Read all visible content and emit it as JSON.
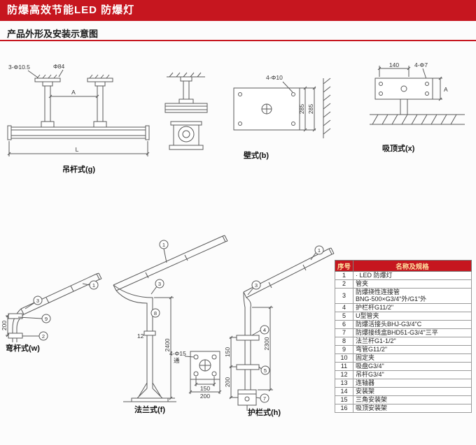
{
  "page": {
    "title": "防爆高效节能LED 防爆灯",
    "subtitle": "产品外形及安装示意图"
  },
  "colors": {
    "accent": "#c6161f",
    "header_text": "#ffffff",
    "table_header_text": "#ffe3a1"
  },
  "diagrams": {
    "hanging": {
      "caption": "吊杆式(g)",
      "labels": {
        "holes": "3-Φ10.5",
        "plate_dia": "Φ84",
        "span": "A",
        "length": "L"
      }
    },
    "wall": {
      "caption": "壁式(b)",
      "labels": {
        "holes": "4-Φ10",
        "dim1": "285",
        "dim2": "285"
      }
    },
    "ceiling": {
      "caption": "吸顶式(x)",
      "labels": {
        "width": "140",
        "holes": "4-Φ7",
        "span": "A"
      }
    },
    "bent": {
      "caption": "弯杆式(w)",
      "labels": {
        "spacing": "200"
      },
      "callouts": [
        "1",
        "3",
        "9",
        "2"
      ]
    },
    "flange": {
      "caption": "法兰式(f)",
      "labels": {
        "height": "2400",
        "pole": "12",
        "holes": "4-Φ15",
        "thru": "通",
        "h1": "150",
        "h2": "200"
      },
      "callouts": [
        "1",
        "3",
        "8"
      ]
    },
    "guardrail": {
      "caption": "护栏式(h)",
      "labels": {
        "height": "2300",
        "d1": "150",
        "d2": "200"
      },
      "callouts": [
        "1",
        "3",
        "4",
        "5",
        "7"
      ]
    }
  },
  "parts_table": {
    "header": {
      "no": "序号",
      "name": "名称及规格"
    },
    "rows": [
      {
        "no": "1",
        "name": "· LED 防爆灯"
      },
      {
        "no": "2",
        "name": "管夹"
      },
      {
        "no": "3",
        "name": "防爆挠性连接管\nBNG-500×G3/4\"外/G1\"外"
      },
      {
        "no": "4",
        "name": "护栏杆G11/2\""
      },
      {
        "no": "5",
        "name": "U型管夹"
      },
      {
        "no": "6",
        "name": "防爆活接头BHJ-G3/4\"C"
      },
      {
        "no": "7",
        "name": "防爆接线盒BHD51-G3/4\"三平"
      },
      {
        "no": "8",
        "name": "法兰杆G1-1/2\""
      },
      {
        "no": "9",
        "name": "弯管G11/2\""
      },
      {
        "no": "10",
        "name": "固定夹"
      },
      {
        "no": "11",
        "name": "吸盘G3/4\""
      },
      {
        "no": "12",
        "name": "吊杆G3/4\""
      },
      {
        "no": "13",
        "name": "连轴器"
      },
      {
        "no": "14",
        "name": "安装架"
      },
      {
        "no": "15",
        "name": "三角安装架"
      },
      {
        "no": "16",
        "name": "吸顶安装架"
      }
    ]
  }
}
